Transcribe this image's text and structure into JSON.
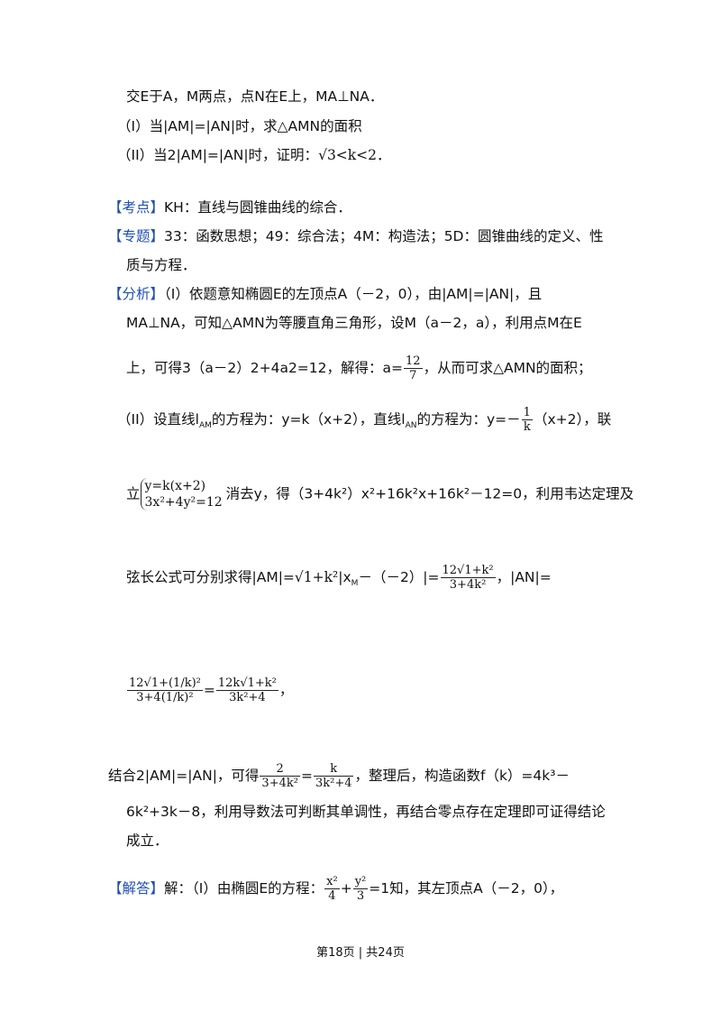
{
  "lines": {
    "l1": "交E于A，M两点，点N在E上，MA⊥NA．",
    "l2": "（I）当|AM|=|AN|时，求△AMN的面积",
    "l3a": "（II）当2|AM|=|AN|时，证明：",
    "l3b": "√3<k<2．",
    "kaodian_tag": "【考点】",
    "kaodian_text": "KH：直线与圆锥曲线的综合．",
    "zhuanti_tag": "【专题】",
    "zhuanti_text": "33：函数思想；49：综合法；4M：构造法；5D：圆锥曲线的定义、性",
    "zhuanti_text2": "质与方程．",
    "fenxi_tag": "【分析】",
    "fenxi_text": "（I）依题意知椭圆E的左顶点A（－2，0），由|AM|=|AN|，且",
    "fenxi_text2": "MA⊥NA，可知△AMN为等腰直角三角形，设M（a－2，a），利用点M在E",
    "fenxi_l3a": "上，可得3（a－2）",
    "fenxi_l3b": "2+4a2=12，解得：a=",
    "fenxi_frac_num": "12",
    "fenxi_frac_den": "7",
    "fenxi_l3c": "，从而可求△AMN的面积；",
    "ii_a": "（II）设直线l",
    "ii_sub1": "AM",
    "ii_b": "的方程为：y=k（x+2），直线l",
    "ii_sub2": "AN",
    "ii_c": "的方程为：y=－",
    "ii_frac_num": "1",
    "ii_frac_den": "k",
    "ii_d": "（x+2），联",
    "sys_pre": "立",
    "sys_row1": "y=k(x+2)",
    "sys_row2": "3x²+4y²=12",
    "sys_post": "消去y，得（3+4k²）x²+16k²x+16k²－12=0，利用韦达定理及",
    "chord_a": "弦长公式可分别求得|AM|=",
    "chord_sqrt": "√1+k²",
    "chord_b": "|x",
    "chord_sub": "M",
    "chord_c": "－（－2）|=",
    "chord_frac_num": "12√1+k²",
    "chord_frac_den": "3+4k²",
    "chord_d": "，|AN|=",
    "an_frac_num": "12√1+(1/k)²",
    "an_frac_den": "3+4(1/k)²",
    "an_eq": "=",
    "an_frac2_num": "12k√1+k²",
    "an_frac2_den": "3k²+4",
    "an_end": "，",
    "comb_a": "结合2|AM|=|AN|，可得",
    "comb_f1_num": "2",
    "comb_f1_den": "3+4k²",
    "comb_eq": "=",
    "comb_f2_num": "k",
    "comb_f2_den": "3k²+4",
    "comb_b": "，整理后，构造函数f（k）=4k³－",
    "comb_c": "6k²+3k－8，利用导数法可判断其单调性，再结合零点存在定理即可证得结论",
    "comb_d": "成立．",
    "jieda_tag": "【解答】",
    "jieda_a": "解：（I）由椭圆E的方程：",
    "jieda_f1_num": "x²",
    "jieda_f1_den": "4",
    "jieda_plus": "+",
    "jieda_f2_num": "y²",
    "jieda_f2_den": "3",
    "jieda_b": "=1知，其左顶点A（－2，0），"
  },
  "footer": "第18页 | 共24页",
  "colors": {
    "tag": "#1f4fb4",
    "text": "#111111"
  }
}
